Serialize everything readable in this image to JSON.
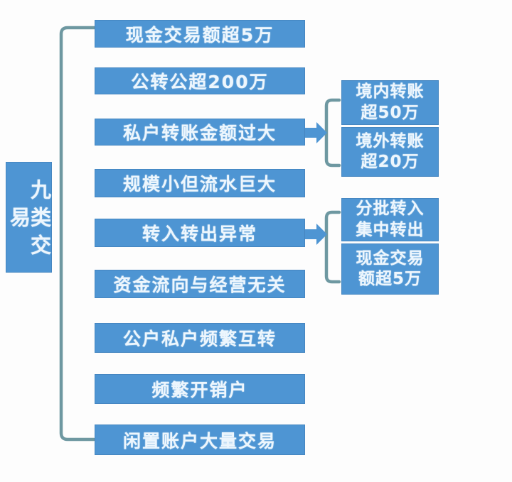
{
  "diagram_title": "九类交易",
  "palette": {
    "node_fill": "#4E95D3",
    "node_text": "#EDF6FD",
    "connector_teal": "#6E98A1",
    "background": "#FDFDFD"
  },
  "root": {
    "label": "九类交易"
  },
  "categories": [
    {
      "label": "现金交易额超5万"
    },
    {
      "label": "公转公超200万"
    },
    {
      "label": "私户转账金额过大"
    },
    {
      "label": "规模小但流水巨大"
    },
    {
      "label": "转入转出异常"
    },
    {
      "label": "资金流向与经营无关"
    },
    {
      "label": "公户私户频繁互转"
    },
    {
      "label": "频繁开销户"
    },
    {
      "label": "闲置账户大量交易"
    }
  ],
  "branches": [
    {
      "from": "私户转账金额过大",
      "children": [
        {
          "label": "境内转账超50万",
          "lines": [
            "境内转账",
            "超50万"
          ]
        },
        {
          "label": "境外转账超20万",
          "lines": [
            "境外转账",
            "超20万"
          ]
        }
      ]
    },
    {
      "from": "转入转出异常",
      "children": [
        {
          "label": "分批转入集中转出",
          "lines": [
            "分批转入",
            "集中转出"
          ]
        },
        {
          "label": "现金交易额超5万",
          "lines": [
            "现金交易",
            "额超5万"
          ]
        }
      ]
    }
  ]
}
